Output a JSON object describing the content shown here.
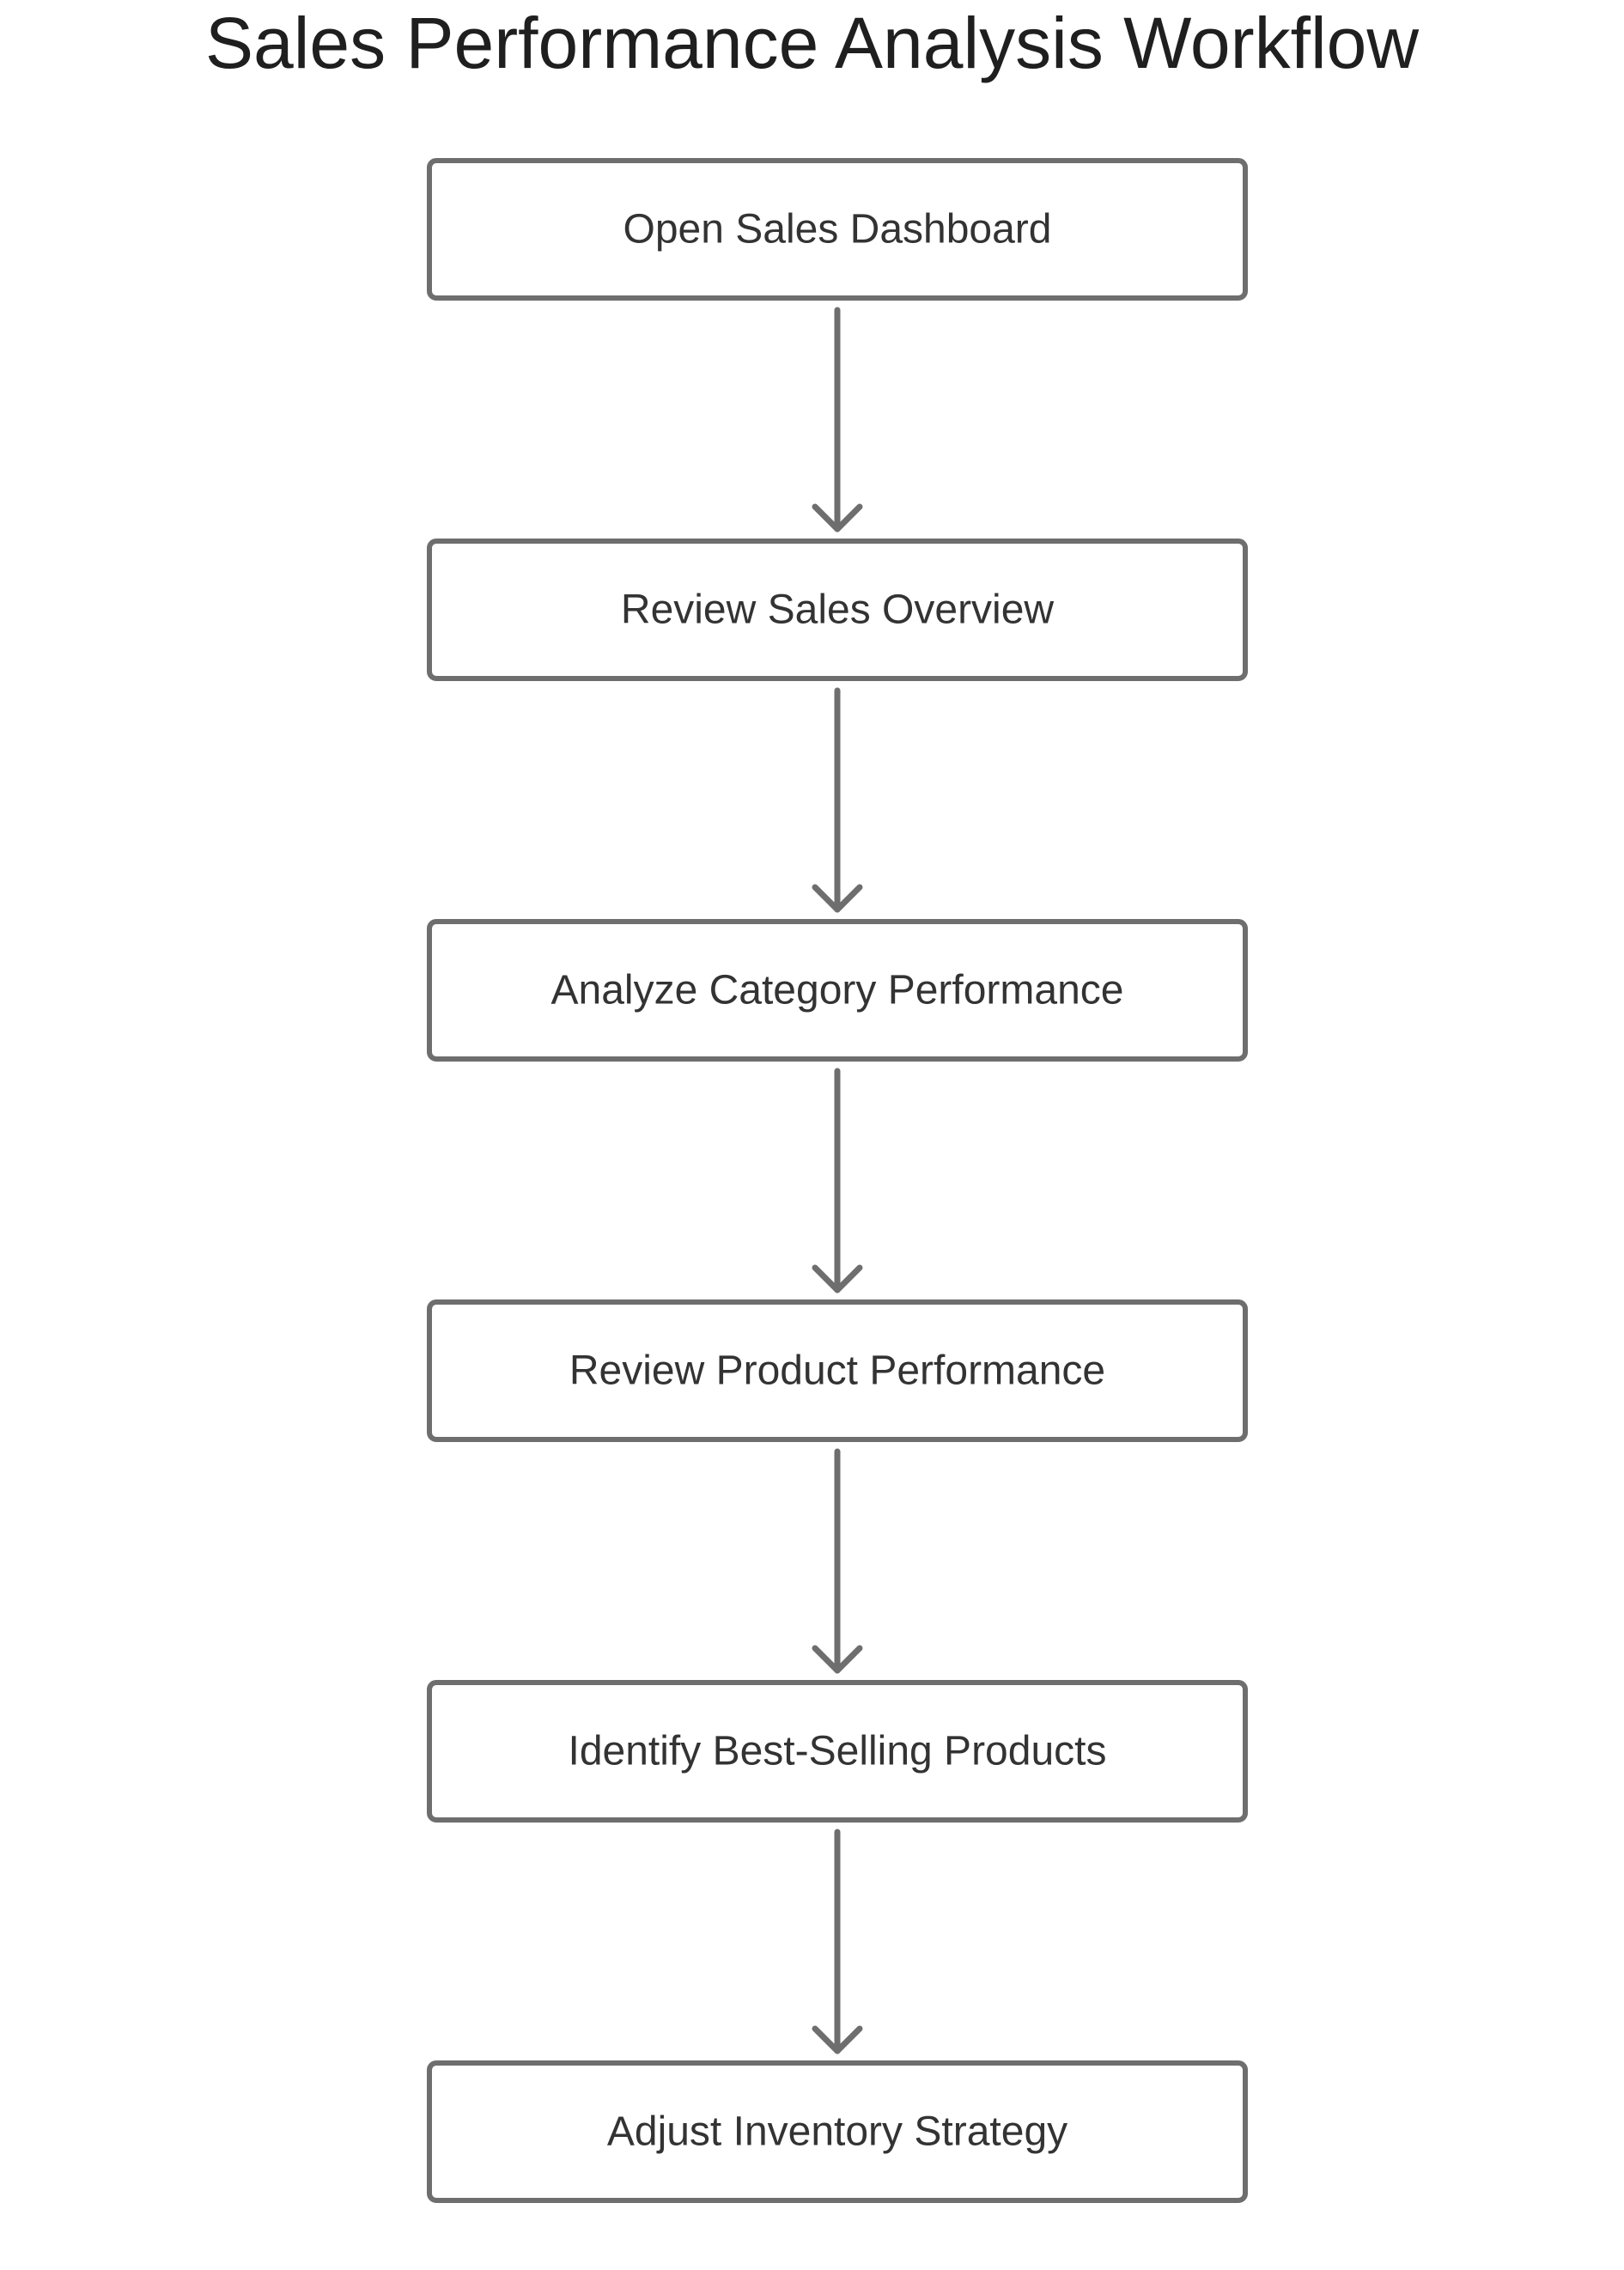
{
  "diagram": {
    "title": "Sales Performance Analysis Workflow",
    "colors": {
      "stroke": "#6e6e6e",
      "text": "#333333",
      "title": "#1f1f1f",
      "background": "#ffffff"
    },
    "steps": [
      {
        "label": "Open Sales Dashboard"
      },
      {
        "label": "Review Sales Overview"
      },
      {
        "label": "Analyze Category Performance"
      },
      {
        "label": "Review Product Performance"
      },
      {
        "label": "Identify Best-Selling Products"
      },
      {
        "label": "Adjust Inventory Strategy"
      }
    ],
    "connections": [
      {
        "from": 0,
        "to": 1
      },
      {
        "from": 1,
        "to": 2
      },
      {
        "from": 2,
        "to": 3
      },
      {
        "from": 3,
        "to": 4
      },
      {
        "from": 4,
        "to": 5
      }
    ]
  }
}
